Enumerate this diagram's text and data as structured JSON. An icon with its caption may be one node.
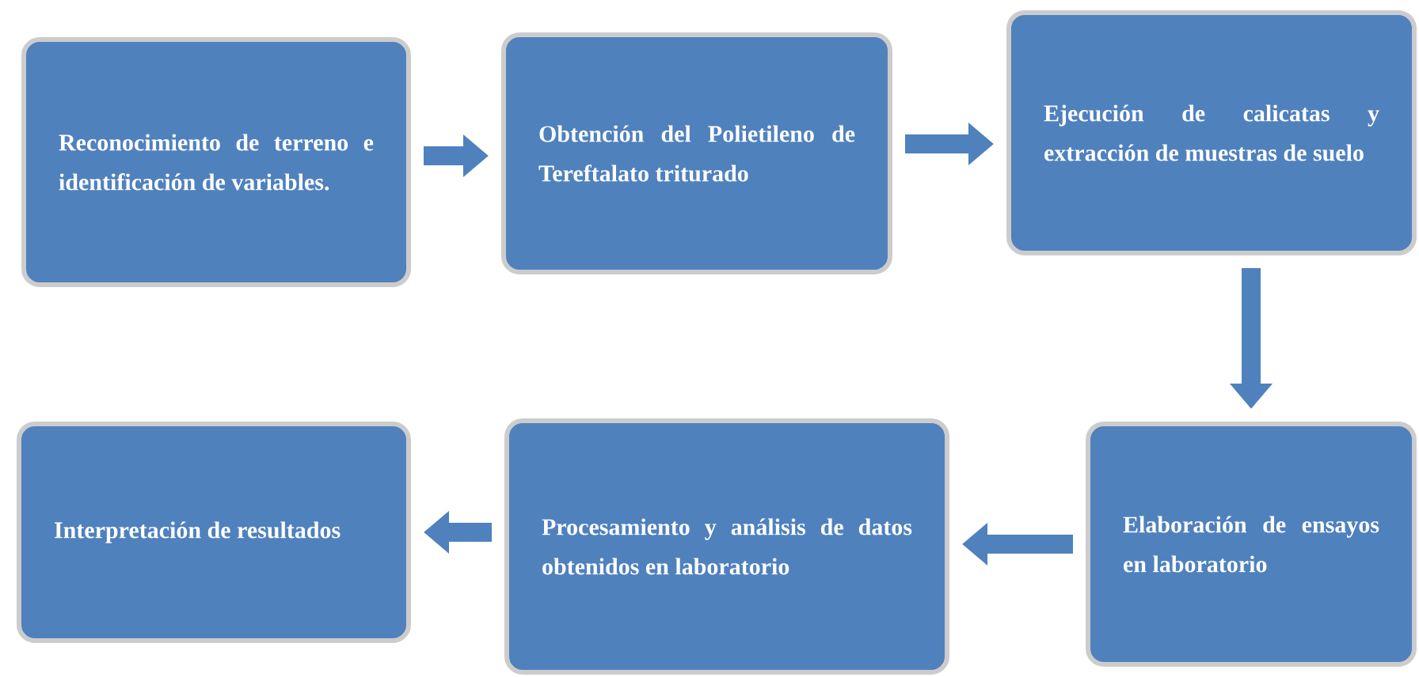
{
  "diagram": {
    "nodes": [
      {
        "text": [
          "Reconocimiento de terreno e identificación de variables."
        ]
      },
      {
        "text": [
          "Obtención del Polietileno de Tereftalato triturado"
        ]
      },
      {
        "text": [
          "Ejecución de calicatas y extracción de muestras de suelo"
        ]
      },
      {
        "text": [
          "Elaboración de ensayos en laboratorio"
        ]
      },
      {
        "text": [
          "Procesamiento y análisis de datos obtenidos en laboratorio"
        ]
      },
      {
        "text": [
          "Interpretación de resultados"
        ]
      }
    ],
    "edges": [
      {
        "from": 0,
        "to": 1,
        "arrow": "to"
      },
      {
        "from": 1,
        "to": 2,
        "arrow": "to"
      },
      {
        "from": 2,
        "to": 3,
        "arrow": "to"
      },
      {
        "from": 3,
        "to": 4,
        "arrow": "to"
      },
      {
        "from": 4,
        "to": 5,
        "arrow": "to"
      }
    ]
  }
}
